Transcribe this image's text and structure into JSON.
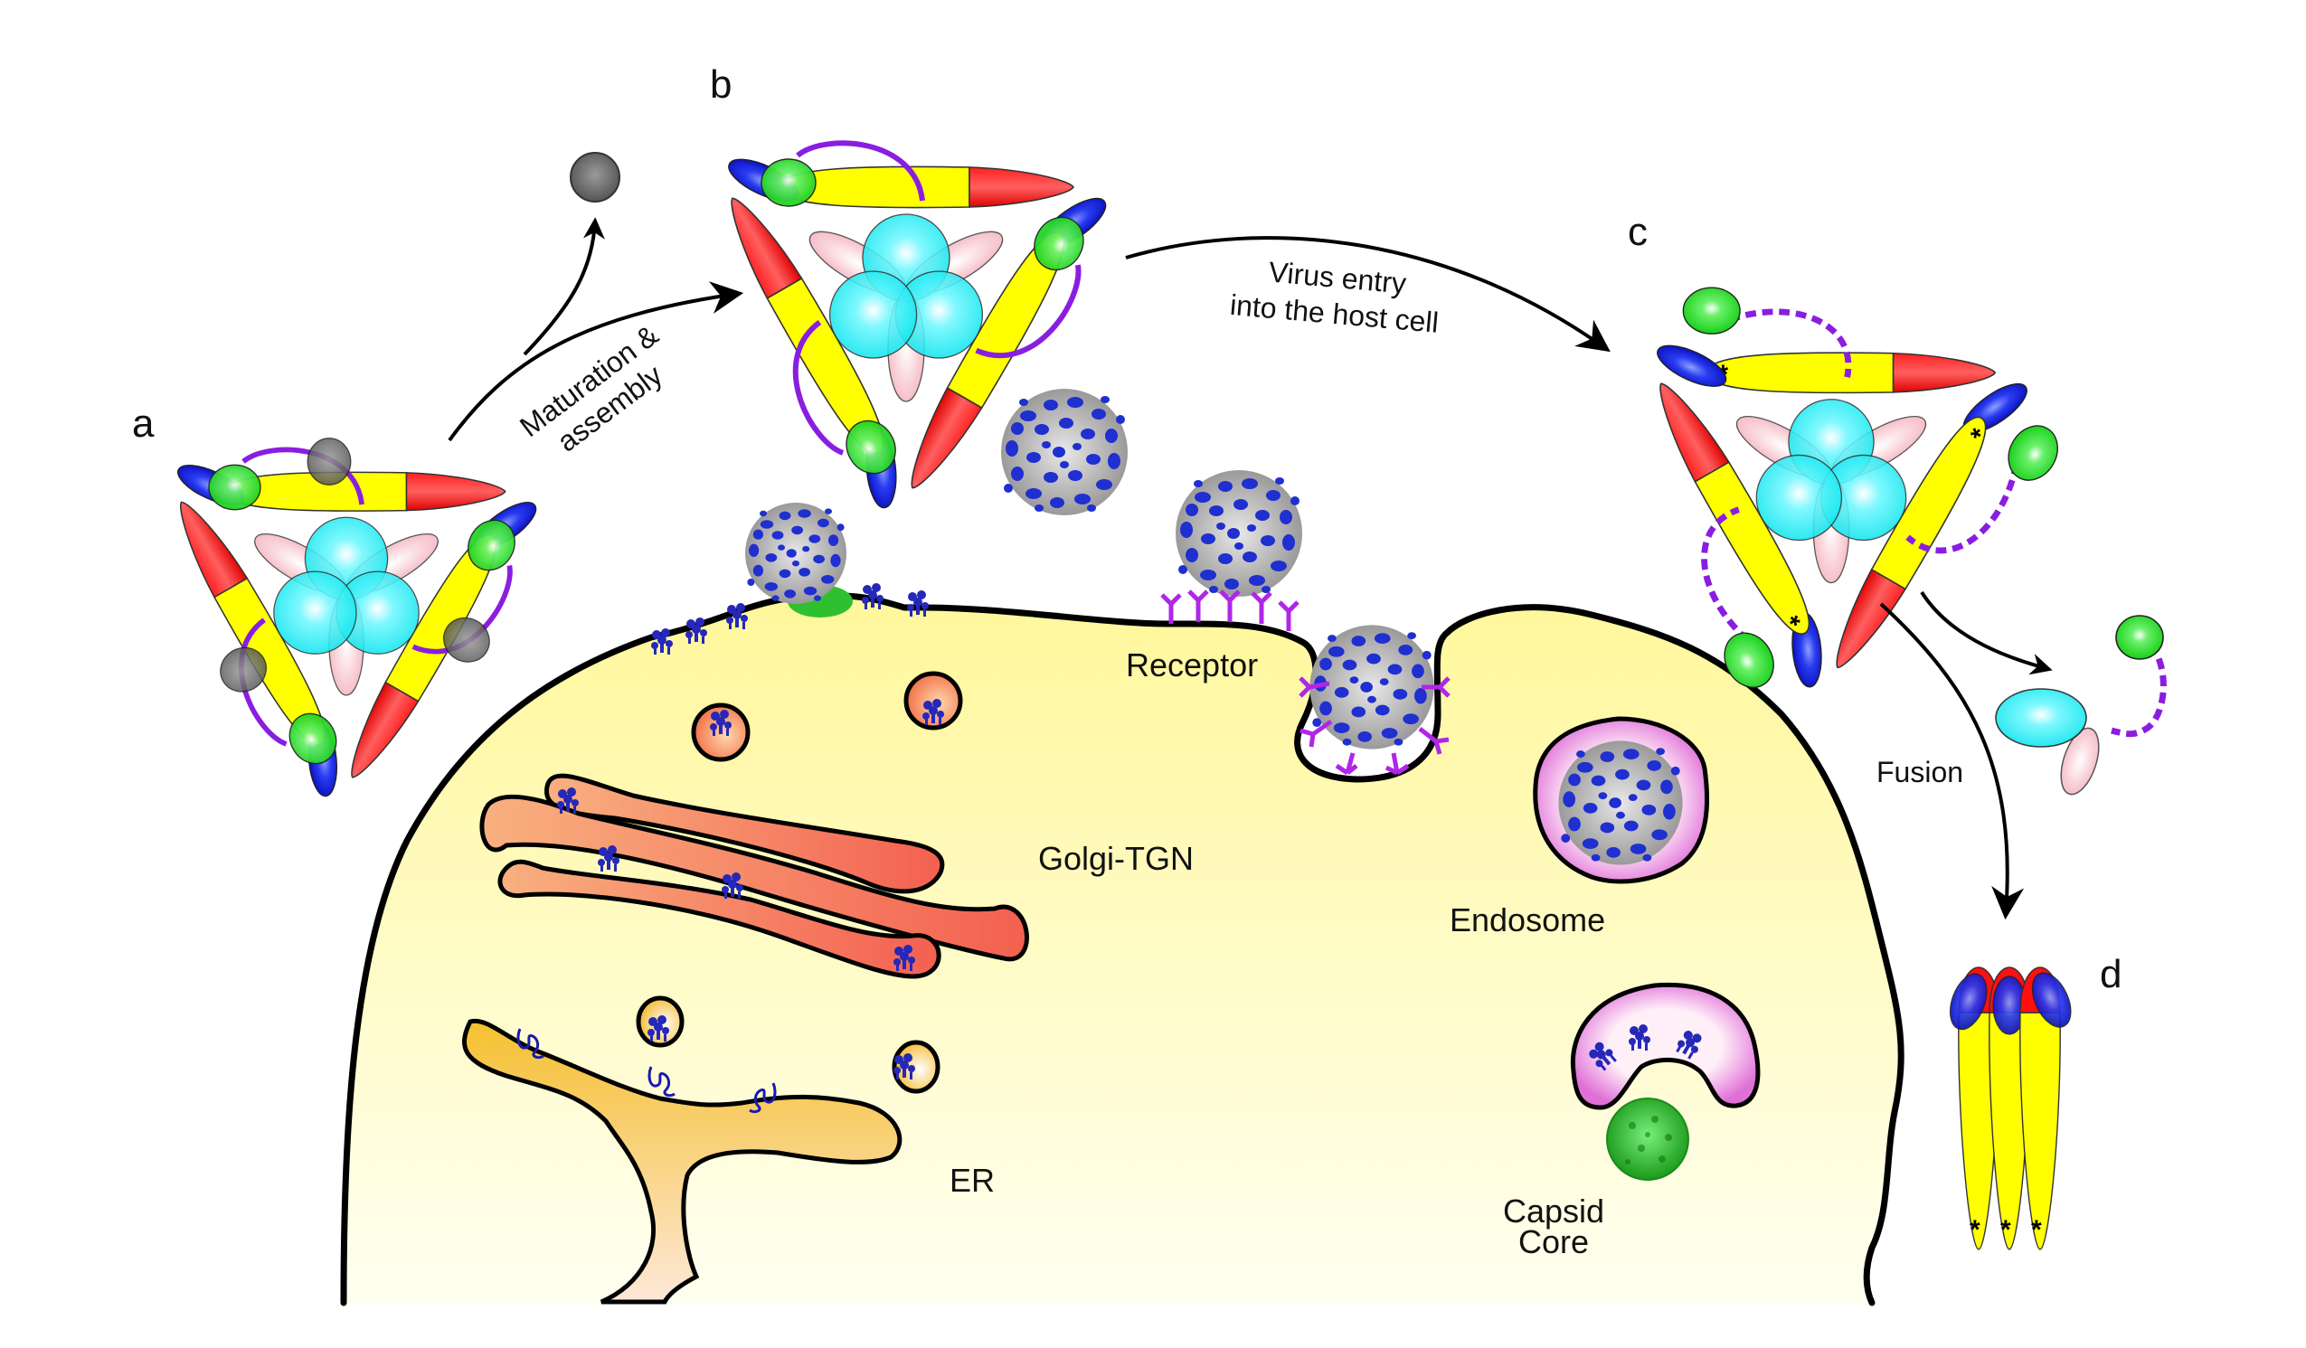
{
  "figure": {
    "panels": [
      {
        "id": "a",
        "letter": "a",
        "state": "immature trimer with gray precursor peptides"
      },
      {
        "id": "b",
        "letter": "b",
        "state": "mature trimer"
      },
      {
        "id": "c",
        "letter": "c",
        "state": "trimer opening after entry"
      },
      {
        "id": "d",
        "letter": "d",
        "state": "post-fusion trimer"
      }
    ],
    "steps": {
      "maturation": [
        "Maturation &",
        "assembly"
      ],
      "entry": [
        "Virus entry",
        "into the host cell"
      ],
      "fusion": "Fusion"
    },
    "organelles": {
      "receptor": "Receptor",
      "golgi": "Golgi-TGN",
      "endosome": "Endosome",
      "er": "ER",
      "capsid": [
        "Capsid",
        "Core"
      ]
    },
    "marker_symbol": "*"
  },
  "colors": {
    "domain_yellow": "#ffff00",
    "domain_red": "#ff1010",
    "domain_blue": "#1020e0",
    "domain_green": "#22e022",
    "domain_cyan": "#22eef0",
    "domain_pink": "#f7c0c8",
    "precursor_gray": "#6a6a6a",
    "linker_purple": "#8a1ee0",
    "receptor_magenta": "#b026e8",
    "cytoplasm": "#fffbc4",
    "golgi": "#f59070",
    "er": "#f5c040",
    "endosome": "#f090e0",
    "capsid_green": "#2fc02f",
    "virion_blue": "#2030c8",
    "virion_gray": "#c8c8c8"
  }
}
